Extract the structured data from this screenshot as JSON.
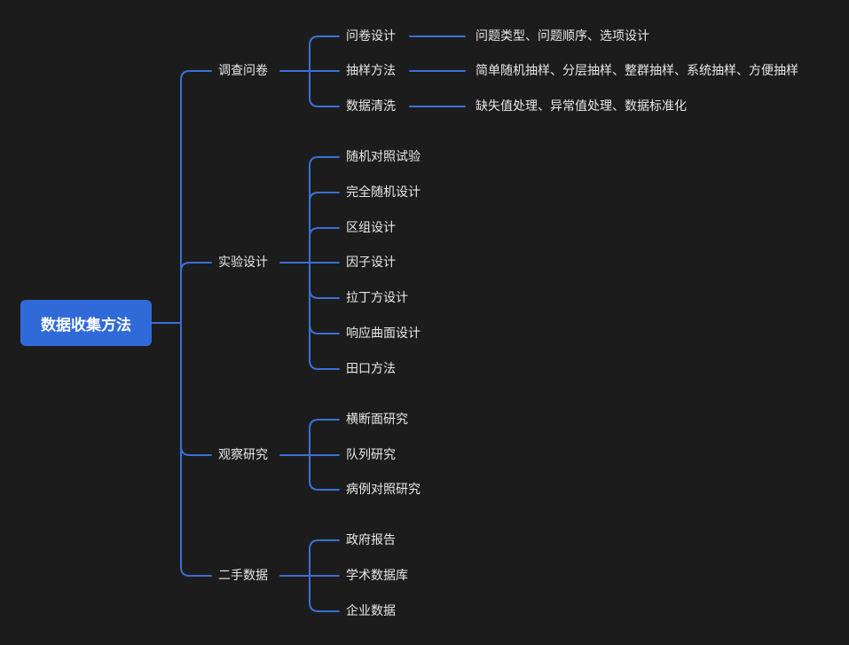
{
  "theme": {
    "background": "#1c1c1c",
    "connector_color": "#3b6fd6",
    "root_fill": "#2f6ad8",
    "text_color": "#e8e8e8"
  },
  "root": {
    "label": "数据收集方法"
  },
  "branches": [
    {
      "label": "调查问卷",
      "children": [
        {
          "label": "问卷设计",
          "detail": "问题类型、问题顺序、选项设计"
        },
        {
          "label": "抽样方法",
          "detail": "简单随机抽样、分层抽样、整群抽样、系统抽样、方便抽样"
        },
        {
          "label": "数据清洗",
          "detail": "缺失值处理、异常值处理、数据标准化"
        }
      ]
    },
    {
      "label": "实验设计",
      "children": [
        {
          "label": "随机对照试验"
        },
        {
          "label": "完全随机设计"
        },
        {
          "label": "区组设计"
        },
        {
          "label": "因子设计"
        },
        {
          "label": "拉丁方设计"
        },
        {
          "label": "响应曲面设计"
        },
        {
          "label": "田口方法"
        }
      ]
    },
    {
      "label": "观察研究",
      "children": [
        {
          "label": "横断面研究"
        },
        {
          "label": "队列研究"
        },
        {
          "label": "病例对照研究"
        }
      ]
    },
    {
      "label": "二手数据",
      "children": [
        {
          "label": "政府报告"
        },
        {
          "label": "学术数据库"
        },
        {
          "label": "企业数据"
        }
      ]
    }
  ]
}
